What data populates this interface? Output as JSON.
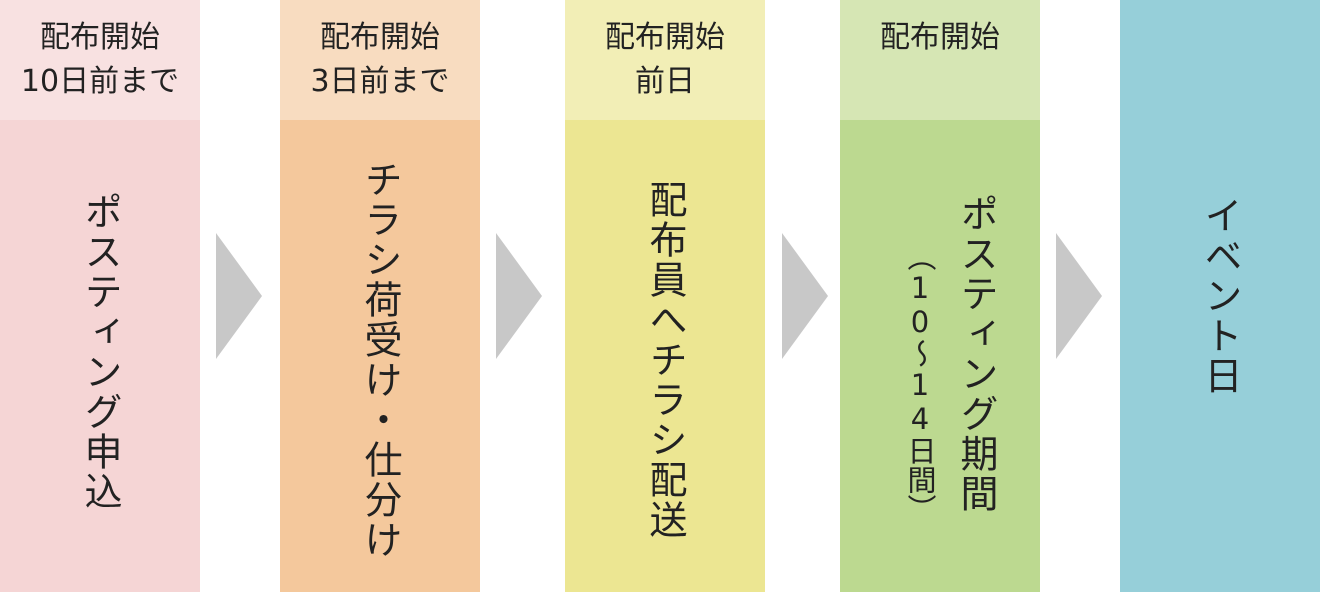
{
  "steps": [
    {
      "header": [
        "配布開始",
        "10日前まで"
      ],
      "label": "ポスティング申込",
      "header_color": "#f8e1e1",
      "body_color": "#f5d5d5"
    },
    {
      "header": [
        "配布開始",
        "3日前まで"
      ],
      "label": "チラシ荷受け・仕分け",
      "header_color": "#f8dcc0",
      "body_color": "#f4c89c"
    },
    {
      "header": [
        "配布開始",
        "前日"
      ],
      "label": "配布員へチラシ配送",
      "header_color": "#f2eeb6",
      "body_color": "#ece692"
    },
    {
      "header": [
        "配布開始"
      ],
      "label": "ポスティング期間",
      "sublabel": "（10～14日間）",
      "header_color": "#d6e6b4",
      "body_color": "#bcd990"
    },
    {
      "header": [],
      "label": "イベント日",
      "header_color": "#96cfd9",
      "body_color": "#96cfd9"
    }
  ],
  "arrow_color": "#c8c8c8"
}
